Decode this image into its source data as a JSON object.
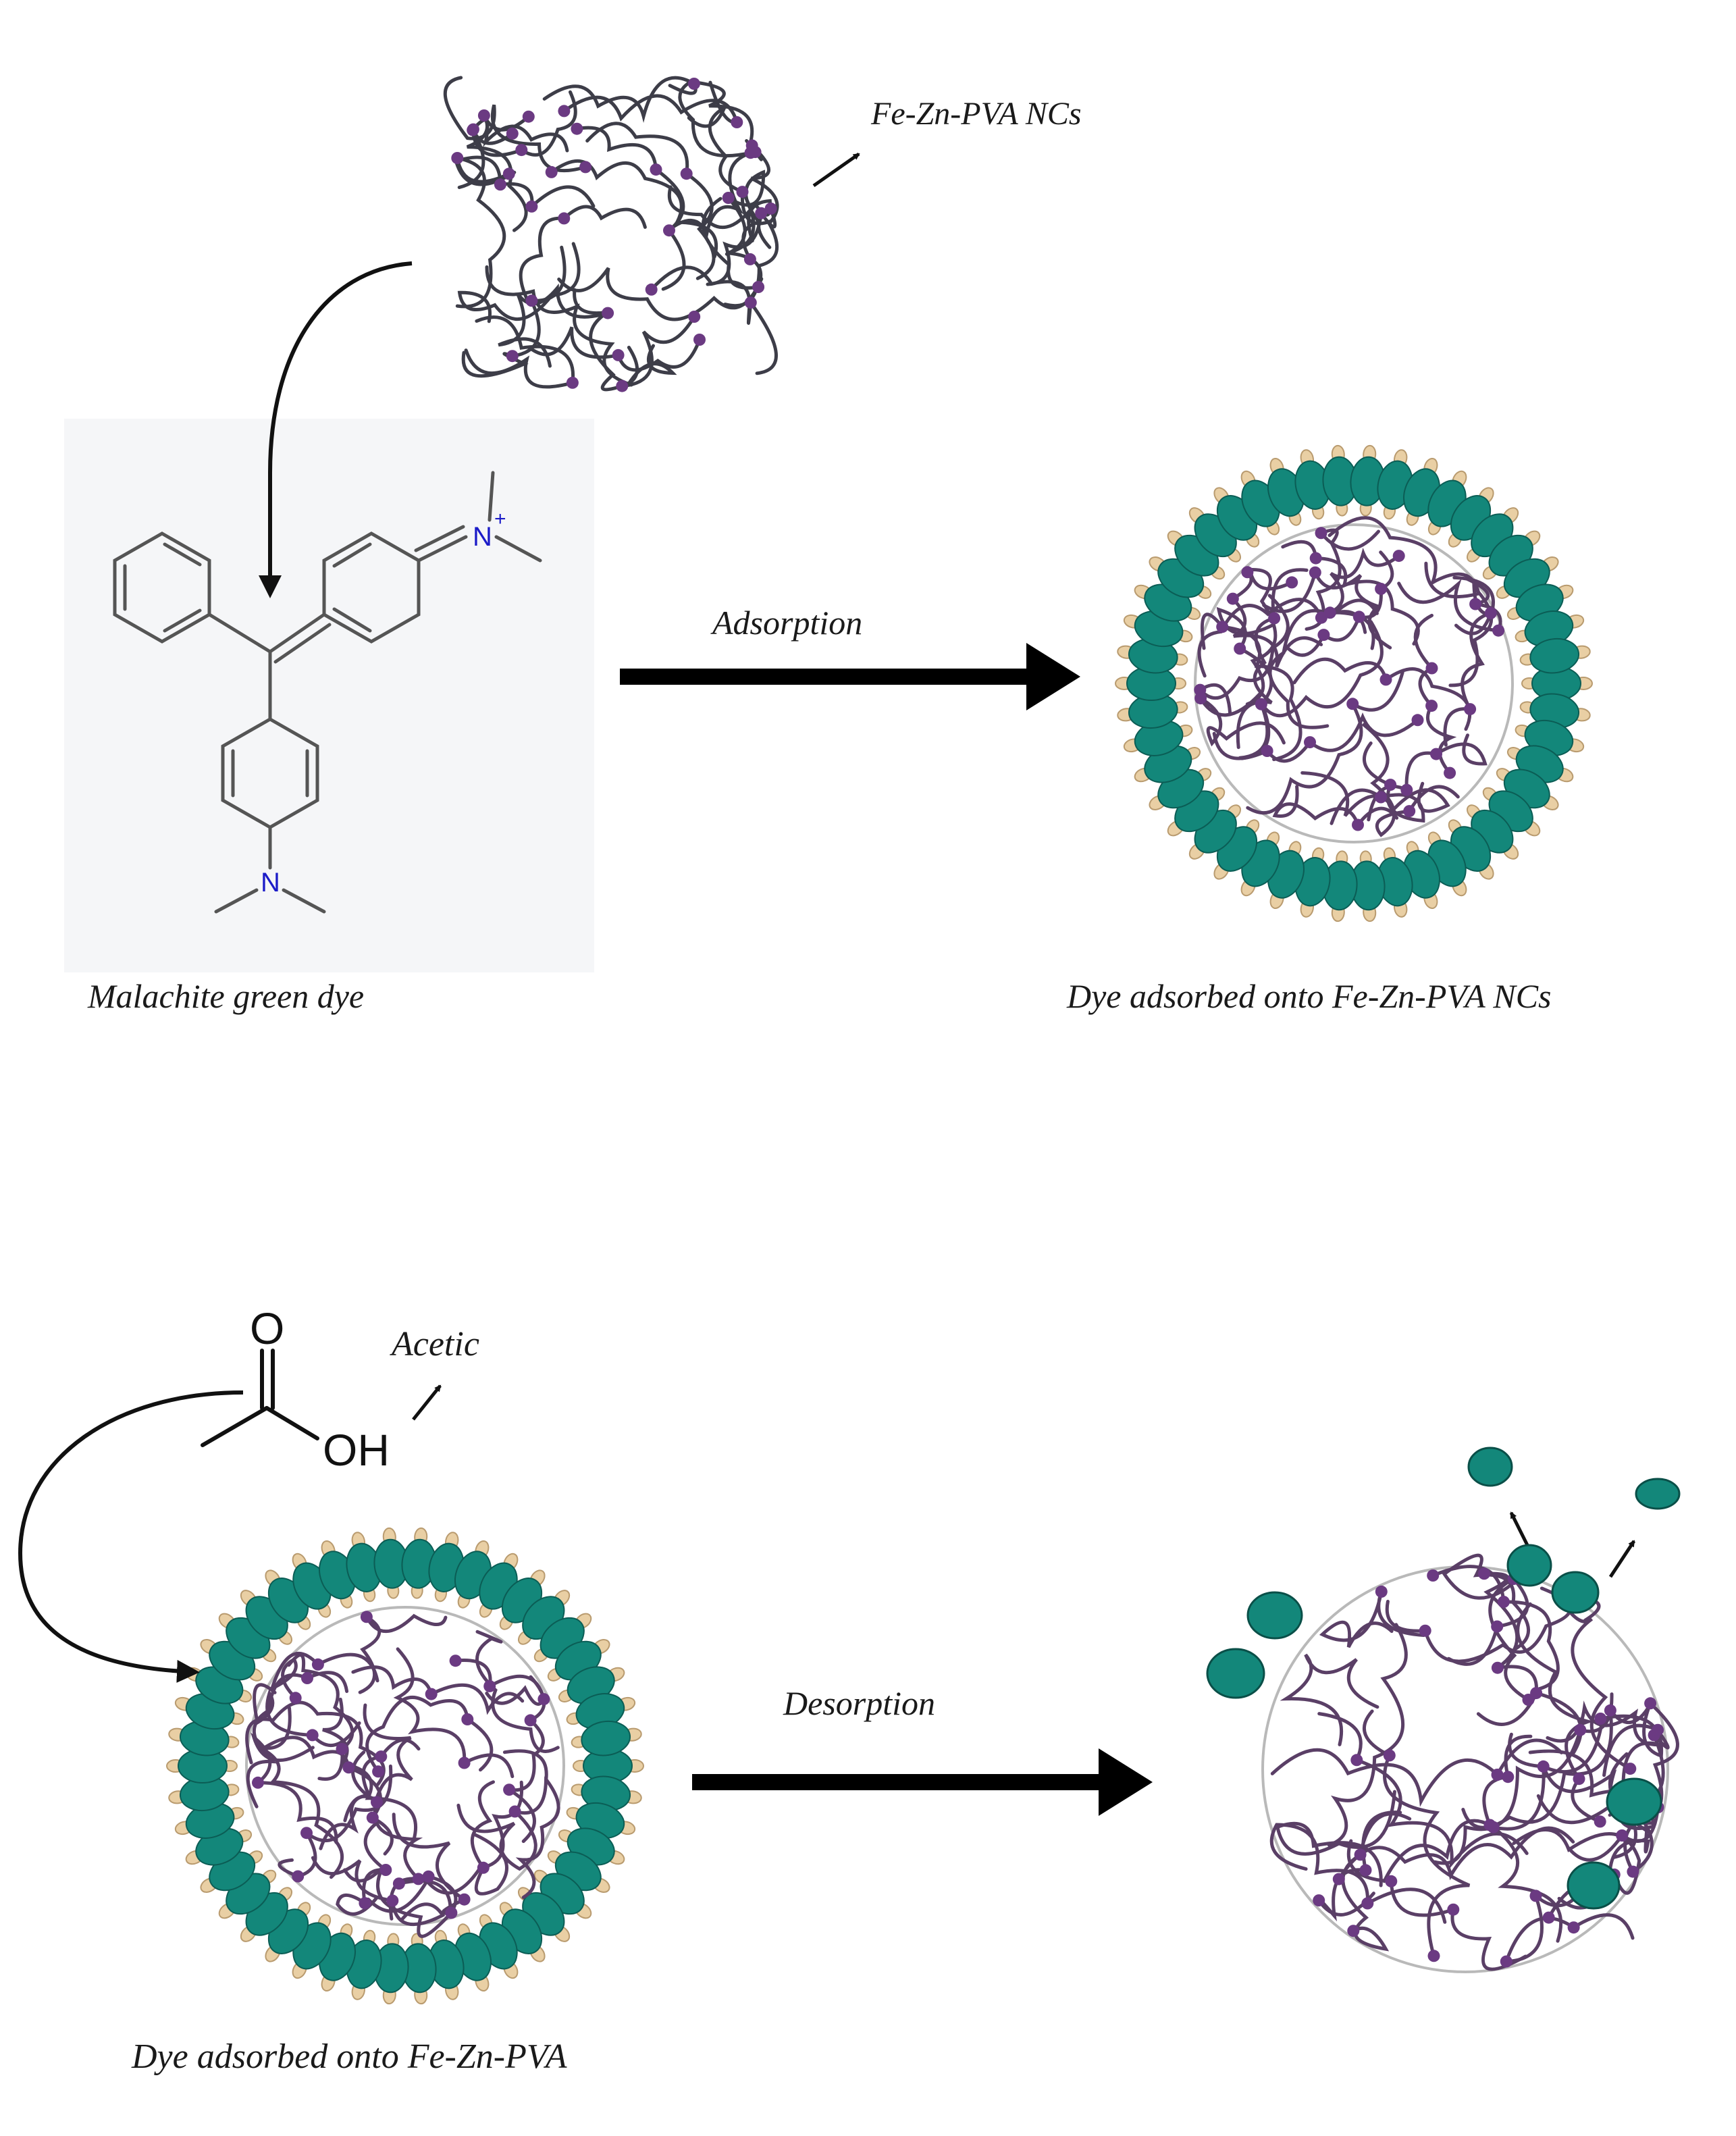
{
  "labels": {
    "nc_label": "Fe-Zn-PVA NCs",
    "dye_label": "Malachite green dye",
    "adsorption": "Adsorption",
    "adsorbed_label": "Dye adsorbed onto Fe-Zn-PVA NCs",
    "acetic_label": "Acetic",
    "desorption": "Desorption",
    "adsorbed_label_2": "Dye adsorbed onto Fe-Zn-PVA"
  },
  "chem": {
    "n_plus": "N",
    "plus": "+",
    "n_amine": "N",
    "oxygen": "O",
    "hydroxyl": "OH"
  },
  "colors": {
    "polymer": "#3d3d48",
    "polymer_core": "#5a3f66",
    "node": "#6b3a82",
    "dye": "#13877a",
    "dye_dark": "#0d6c63",
    "tag": "#e9cfa4",
    "nitrogen": "#1c1cc8",
    "panel": "#f5f6f8"
  }
}
